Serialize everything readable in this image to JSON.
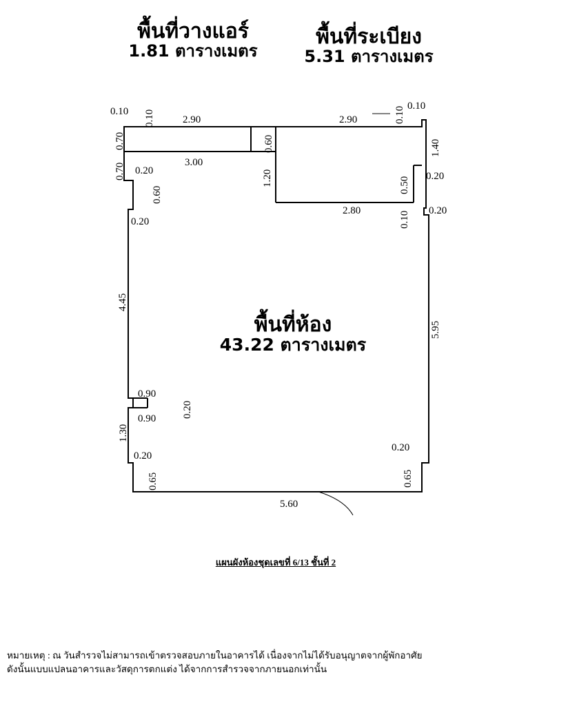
{
  "areas": {
    "aircon": {
      "name": "พื้นที่วางแอร์",
      "value": "1.81 ตารางเมตร"
    },
    "ledge": {
      "name": "พื้นที่ระเบียง",
      "value": "5.31 ตารางเมตร"
    },
    "room": {
      "name": "พื้นที่ห้อง",
      "value": "43.22 ตารางเมตร"
    }
  },
  "dimensions": {
    "top_left_corner": "0.10",
    "top_left_corner_v": "0.10",
    "top_left_width": "2.90",
    "top_right_width": "2.90",
    "top_right_corner_v": "0.10",
    "top_right_corner": "0.10",
    "left_070_a": "0.70",
    "left_070_b": "0.70",
    "aircon_depth": "0.60",
    "aircon_width": "3.00",
    "left_notch_020_a": "0.20",
    "left_notch_060": "0.60",
    "left_notch_020_b": "0.20",
    "ledge_depth": "1.20",
    "ledge_width": "2.80",
    "right_140": "1.40",
    "right_050": "0.50",
    "right_020_a": "0.20",
    "right_010": "0.10",
    "right_020_b": "0.20",
    "left_height": "4.45",
    "right_height": "5.95",
    "left_090_a": "0.90",
    "left_020_c": "0.20",
    "left_090_b": "0.90",
    "left_130": "1.30",
    "left_020_d": "0.20",
    "left_065": "0.65",
    "right_020_c": "0.20",
    "right_065": "0.65",
    "bottom_width": "5.60"
  },
  "caption": "แผนผังห้องชุดเลขที่ 6/13 ชั้นที่ 2",
  "note": {
    "line1": "หมายเหตุ : ณ วันสำรวจไม่สามารถเข้าตรวจสอบภายในอาคารได้ เนื่องจากไม่ได้รับอนุญาตจากผู้พักอาศัย",
    "line2": "ดังนั้นแบบแปลนอาคารและวัสดุการตกแต่ง ได้จากการสำรวจจากภายนอกเท่านั้น"
  }
}
